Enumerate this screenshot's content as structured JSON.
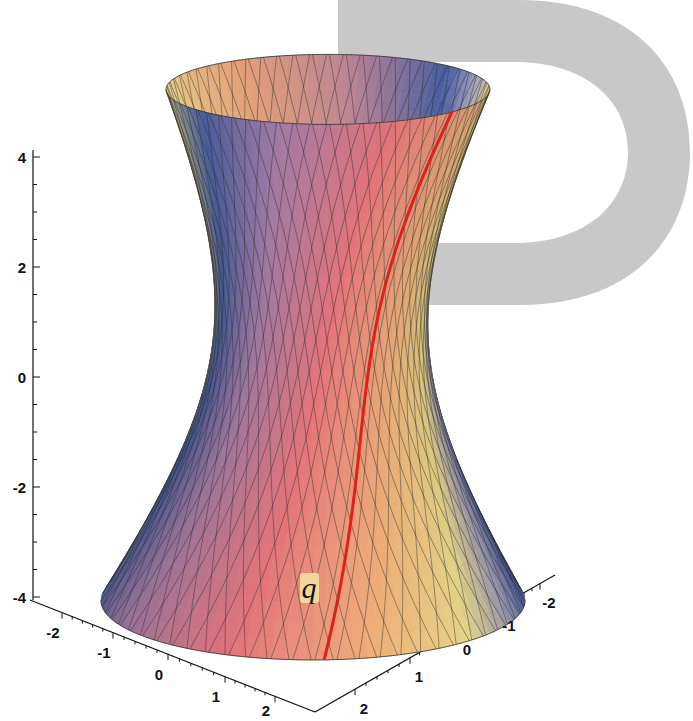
{
  "diagram": {
    "labels": [
      "4",
      "2",
      "0",
      "-2",
      "-4",
      "-2",
      "-1",
      "0",
      "1",
      "2",
      "2",
      "1",
      "0",
      "-1",
      "-2",
      "q"
    ]
  }
}
